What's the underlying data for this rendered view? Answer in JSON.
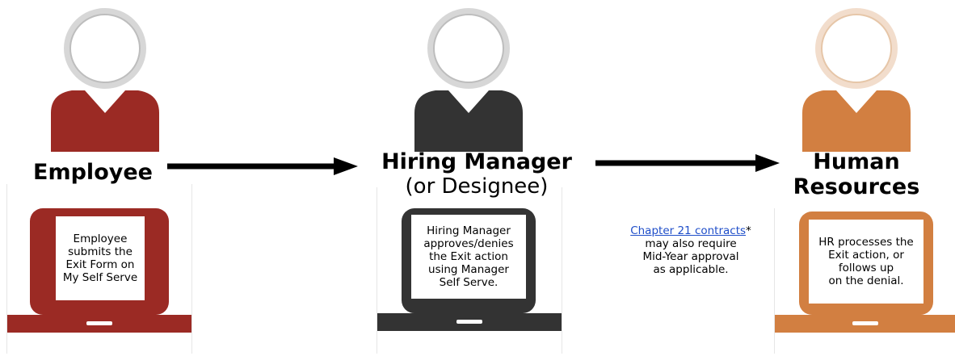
{
  "colors": {
    "employee": "#9b2a24",
    "manager": "#333333",
    "hr": "#d27f41",
    "link": "#1f4ec9"
  },
  "roles": [
    {
      "title": "Employee",
      "subtitle": "",
      "icon": "person-icon",
      "screen_text": "Employee\nsubmits the\nExit Form on\nMy Self Serve"
    },
    {
      "title": "Hiring Manager",
      "subtitle": "(or Designee)",
      "icon": "person-icon",
      "screen_text": "Hiring Manager\napproves/denies\nthe Exit action\nusing Manager\nSelf Serve."
    },
    {
      "title": "Human\nResources",
      "subtitle": "",
      "icon": "person-icon",
      "screen_text": "HR processes the\nExit action, or\nfollows up\non the denial."
    }
  ],
  "note": {
    "link_text": "Chapter 21 contracts",
    "asterisk": "*",
    "text": "may also require\nMid-Year approval\nas applicable."
  }
}
